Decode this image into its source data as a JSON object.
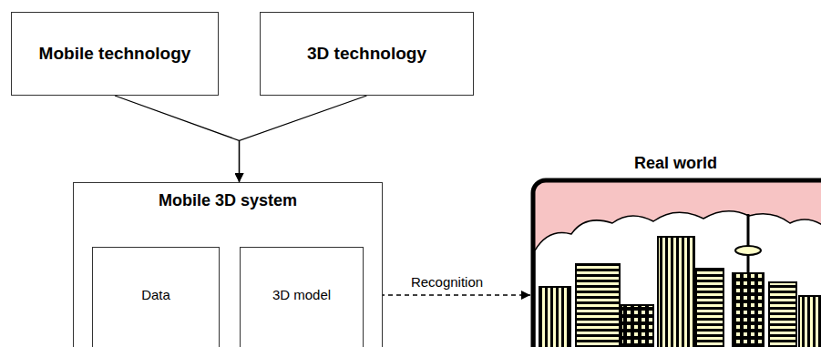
{
  "diagram": {
    "nodes": [
      {
        "text": [
          "Mobile technology"
        ]
      },
      {
        "text": [
          "3D technology"
        ]
      },
      {
        "text": [
          "Mobile 3D system"
        ]
      },
      {
        "text": [
          "Data"
        ],
        "in": 2
      },
      {
        "text": [
          "3D model"
        ],
        "in": 2
      },
      {
        "text": [
          "Real world"
        ]
      }
    ],
    "edges": [
      {
        "from": 0,
        "to": 2,
        "arrow": "to"
      },
      {
        "from": 1,
        "to": 2,
        "arrow": "to"
      },
      {
        "from": 3,
        "to": 4,
        "arrow": "none"
      },
      {
        "from": 4,
        "to": 5,
        "label": "Recognition",
        "arrow": "both"
      }
    ]
  }
}
